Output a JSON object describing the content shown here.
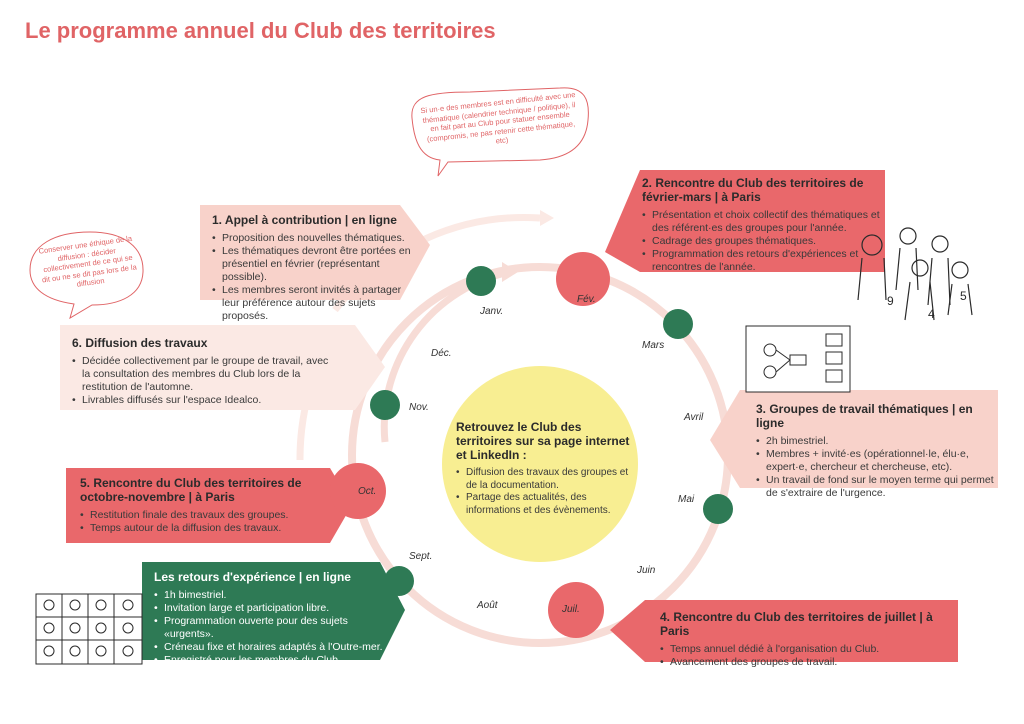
{
  "title": "Le programme annuel du Club des territoires",
  "colors": {
    "red": "#e9686b",
    "pink": "#f8d2ca",
    "green": "#2e7a55",
    "yellow": "#f8ee92",
    "ring": "#f7dcd6",
    "title": "#e06466"
  },
  "notes": {
    "top": "Si un·e des membres est en difficulté avec une thématique (calendrier technique / politique), il en fait part au Club pour statuer ensemble (compromis, ne pas retenir cette thématique, etc)",
    "left": "Conserver une éthique de la diffusion : décider collectivement de ce qui se dit ou ne se dit pas lors de la diffusion"
  },
  "center": {
    "title": "Retrouvez le Club des territoires sur sa page internet et LinkedIn :",
    "items": [
      "Diffusion des travaux des groupes et de la documentation.",
      "Partage des actualités, des informations et des évènements."
    ]
  },
  "months": {
    "janv": "Janv.",
    "fev": "Fév.",
    "mars": "Mars",
    "avril": "Avril",
    "mai": "Mai",
    "juin": "Juin",
    "juil": "Juil.",
    "aout": "Août",
    "sept": "Sept.",
    "oct": "Oct.",
    "nov": "Nov.",
    "dec": "Déc."
  },
  "boxes": {
    "appel": {
      "title": "1. Appel à contribution | en ligne",
      "items": [
        "Proposition des nouvelles thématiques.",
        "Les thématiques devront être portées en présentiel en février (représentant possible).",
        "Les membres seront invités à partager leur préférence autour des sujets proposés."
      ]
    },
    "fevrier": {
      "title": "2. Rencontre du Club des territoires de février-mars | à Paris",
      "items": [
        "Présentation et choix collectif des thématiques et des référent·es des groupes pour l'année.",
        "Cadrage des groupes thématiques.",
        "Programmation des retours d'expériences et rencontres de l'année."
      ]
    },
    "groupes": {
      "title": "3. Groupes de travail thématiques | en ligne",
      "items": [
        "2h bimestriel.",
        "Membres + invité·es (opérationnel·le, élu·e, expert·e, chercheur et chercheuse, etc).",
        "Un travail de fond sur le moyen terme qui permet de s'extraire de l'urgence."
      ]
    },
    "juillet": {
      "title": "4. Rencontre du Club des territoires de juillet | à Paris",
      "items": [
        "Temps annuel dédié à l'organisation du Club.",
        "Avancement des groupes de travail."
      ]
    },
    "octobre": {
      "title": "5. Rencontre du Club des territoires de octobre-novembre | à Paris",
      "items": [
        "Restitution finale des travaux des groupes.",
        "Temps autour de la diffusion des travaux."
      ]
    },
    "diffusion": {
      "title": "6. Diffusion des travaux",
      "items": [
        "Décidée collectivement par le groupe de travail, avec la consultation des membres du Club lors de la restitution de l'automne.",
        "Livrables diffusés sur l'espace Idealco."
      ]
    },
    "retours": {
      "title": "Les retours d'expérience | en ligne",
      "items": [
        "1h bimestriel.",
        "Invitation large et participation libre.",
        "Programmation ouverte pour des sujets «urgents».",
        "Créneau fixe et horaires adaptés à l'Outre-mer.",
        "Enregistré pour les membres du Club."
      ]
    }
  }
}
